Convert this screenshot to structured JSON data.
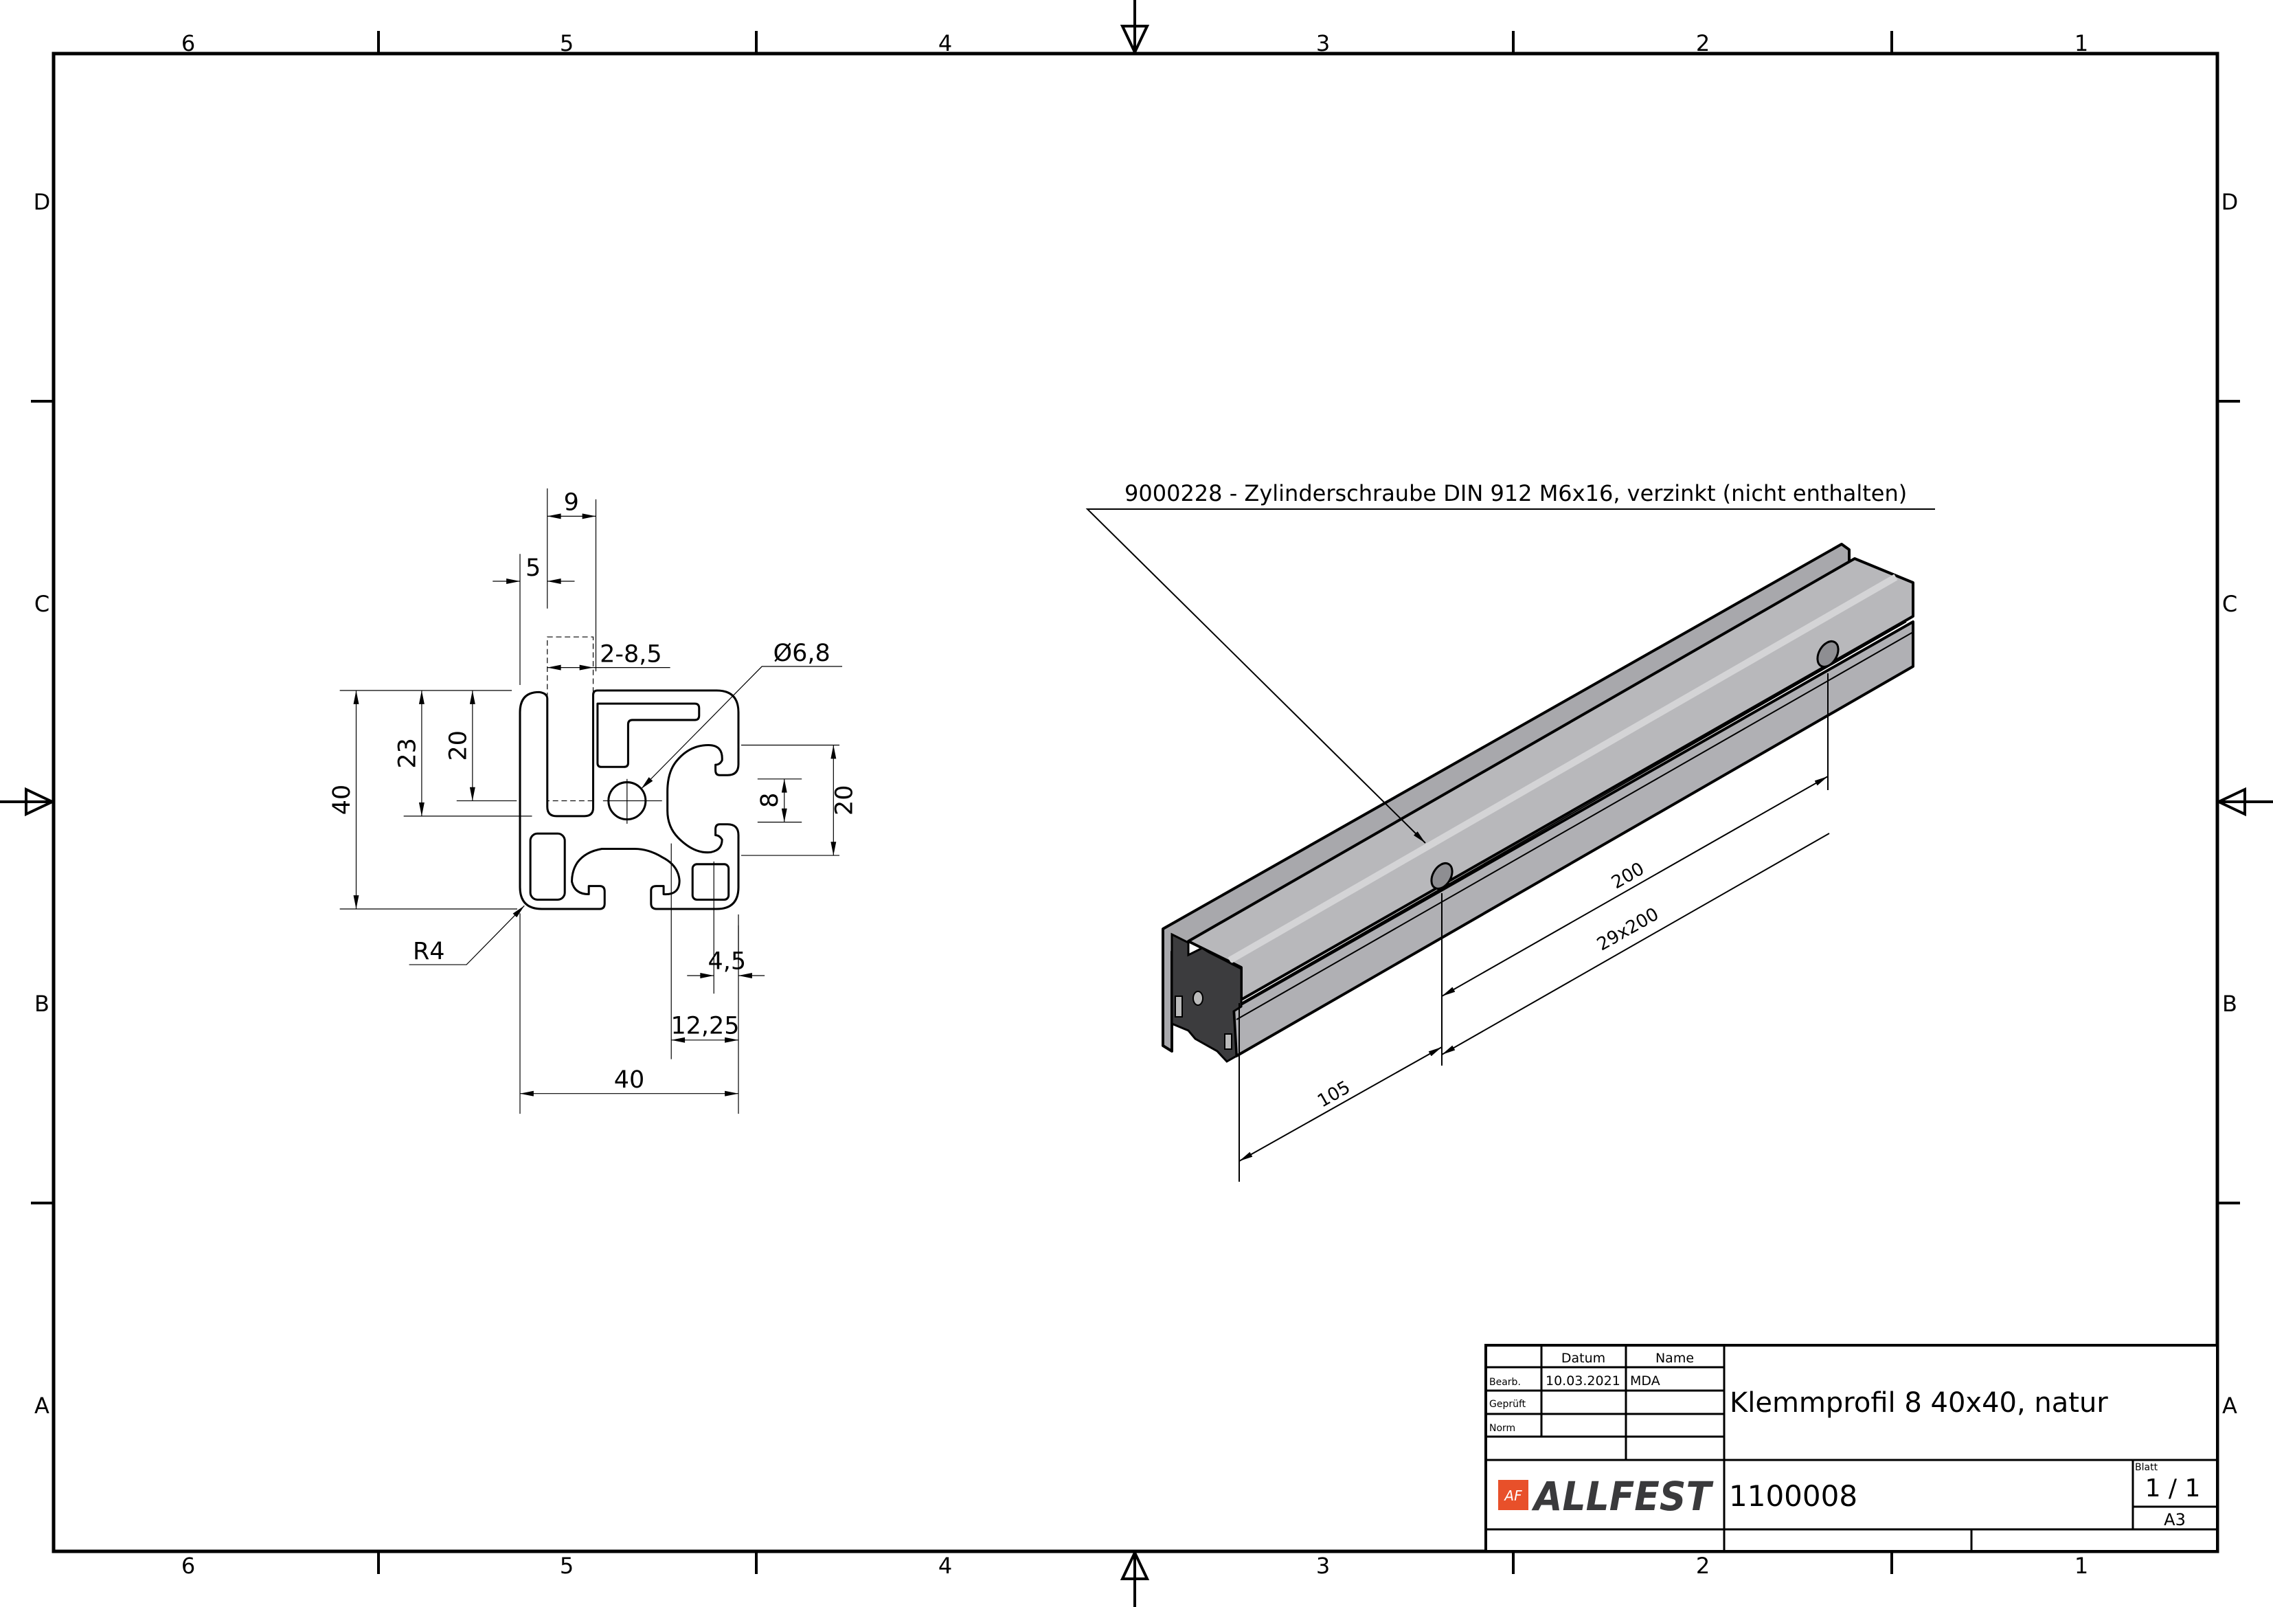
{
  "frame": {
    "columns": [
      "6",
      "5",
      "4",
      "3",
      "2",
      "1"
    ],
    "rows": [
      "D",
      "C",
      "B",
      "A"
    ]
  },
  "section_view": {
    "dims": {
      "slot_offset": "9",
      "wall": "5",
      "slot_width": "2-8,5",
      "bore": "Ø6,8",
      "height": "40",
      "depth_23": "23",
      "depth_20": "20",
      "slot_right": "20",
      "slot_open": "8",
      "radius": "R4",
      "width": "40",
      "offset_12": "12,25",
      "offset_4": "4,5"
    }
  },
  "iso_view": {
    "callout": "9000228 - Zylinderschraube DIN 912 M6x16, verzinkt (nicht enthalten)",
    "dims": {
      "pitch": "200",
      "pattern": "29x200",
      "start": "105"
    },
    "colors": {
      "surface": "#b8b8bb",
      "section": "#3c3c3e"
    }
  },
  "title_block": {
    "headers": {
      "datum": "Datum",
      "name": "Name"
    },
    "rows": [
      {
        "label": "Bearb.",
        "date": "10.03.2021",
        "name": "MDA"
      },
      {
        "label": "Geprüft",
        "date": "",
        "name": ""
      },
      {
        "label": "Norm",
        "date": "",
        "name": ""
      }
    ],
    "title": "Klemmprofil 8 40x40, natur",
    "part_number": "1100008",
    "sheet_label": "Blatt",
    "sheet": "1 / 1",
    "format": "A3",
    "logo_text": "ALLFEST",
    "logo_mark": "AF",
    "logo_color": "#e8502a"
  }
}
